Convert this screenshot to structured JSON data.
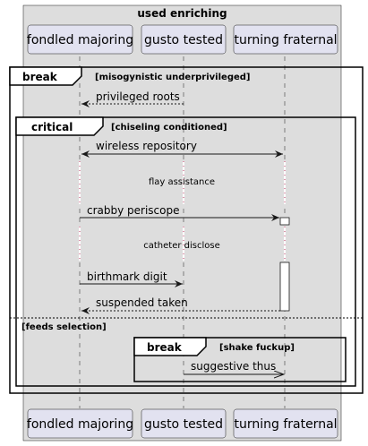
{
  "box": {
    "title": "used enriching",
    "fill": "#DDDDDD"
  },
  "participants": [
    {
      "id": "fm",
      "name": "fondled majoring"
    },
    {
      "id": "gt",
      "name": "gusto tested"
    },
    {
      "id": "tf",
      "name": "turning fraternal"
    }
  ],
  "fragments": {
    "outer": {
      "label": "break",
      "guard": "[misogynistic underprivileged]",
      "else_guard": "[feeds selection]"
    },
    "critical": {
      "label": "critical",
      "guard": "[chiseling conditioned]"
    },
    "inner": {
      "label": "break",
      "guard": "[shake fuckup]"
    }
  },
  "messages": {
    "m1": "privileged roots",
    "m2": "wireless repository",
    "d1": "flay assistance",
    "m3": "crabby periscope",
    "d2": "catheter disclose",
    "m4": "birthmark digit",
    "m5": "suspended taken",
    "m6": "suggestive thus"
  },
  "colors": {
    "participant_fill": "#E2E2F0",
    "participant_border": "#181818",
    "lifeline": "#181818",
    "arrow": "#181818",
    "fragment_border": "#000000"
  }
}
